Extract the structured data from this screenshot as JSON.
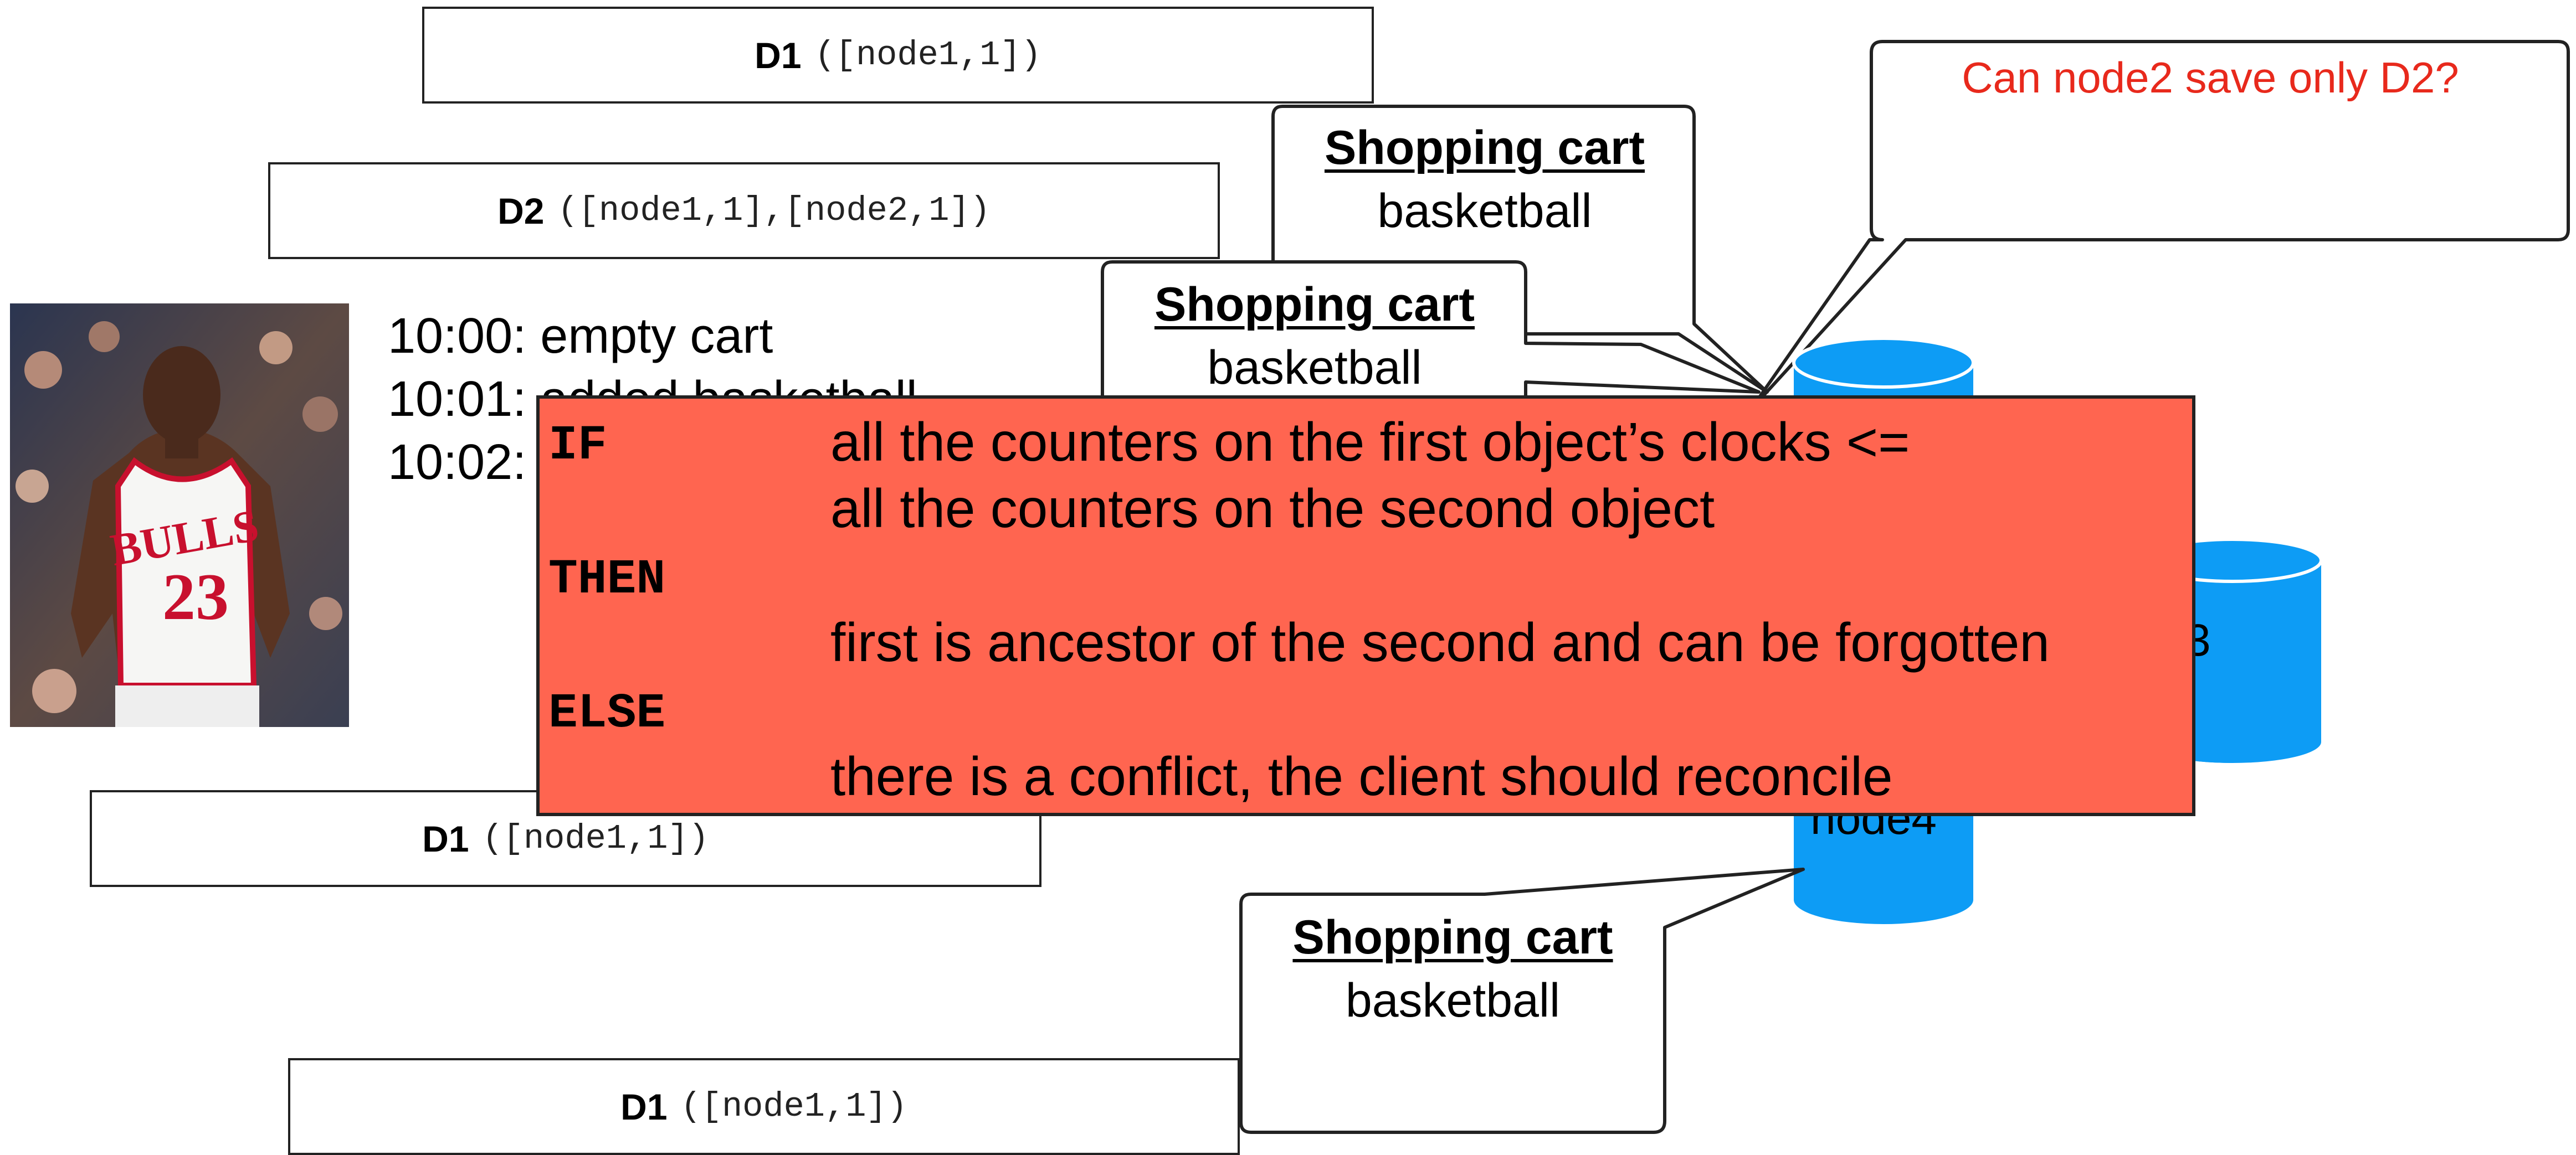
{
  "question": "Can node2 save only D2?",
  "version_boxes": [
    {
      "label": "D1",
      "clock": "([node1,1])"
    },
    {
      "label": "D2",
      "clock": "([node1,1],[node2,1])"
    },
    {
      "label": "D1",
      "clock": "([node1,1])"
    },
    {
      "label": "D1",
      "clock": "([node1,1])"
    }
  ],
  "carts": [
    {
      "title": "Shopping cart",
      "item": "basketball"
    },
    {
      "title": "Shopping cart",
      "item": "basketball"
    },
    {
      "title": "Shopping cart",
      "item": "basketball"
    }
  ],
  "log": [
    "10:00: empty cart",
    "10:01: added basketball",
    "10:02:"
  ],
  "nodes": {
    "node3_fragment": "3",
    "node4_label": "node4",
    "node_color": "#0d9cf5"
  },
  "rule": {
    "if_kw": "IF",
    "then_kw": "THEN",
    "else_kw": "ELSE",
    "if_line1": "all the counters on the first object’s clocks <=",
    "if_line2": "all the counters on the second object",
    "then_line": "first is ancestor of the second and can be forgotten",
    "else_line": "there is a conflict, the client should reconcile",
    "fill_color": "#ff6550"
  }
}
